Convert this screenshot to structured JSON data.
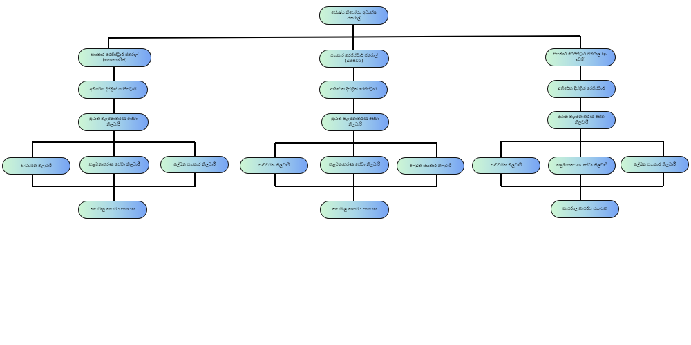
{
  "colors": {
    "gradient_start": "#cdf6d4",
    "gradient_end": "#76a3f4",
    "line": "#000000"
  },
  "top": "ජ්‍යෙෂ්ඨ නියෝජ්‍ය අධ්‍යක්ෂ ජනරාල්",
  "branches": [
    {
      "asst": "සහකාර රෙජිස්ට්‍රාර් ජනරාල් (කොහොරින්)",
      "addl": "අතිරේක දිස්ත්‍රික් රෙජිස්ට්‍රාර්",
      "chief": "ප්‍රධාන කළමනාකරණ සේවා නිලධාරී",
      "dev": "සංවර්ධන නිලධාරී",
      "mso": "කළමනාකරණ සේවා නිලධාරී",
      "clerk": "ලේඛන සහකාර නිලධාරී",
      "office": "කාර්යාල කාර්යය සහායක"
    },
    {
      "asst": "සහකාර රෙජිස්ට්‍රාර් ජනරාල් (බිම්සවිය)",
      "addl": "අතිරේක දිස්ත්‍රික් රෙජිස්ට්‍රාර්",
      "chief": "ප්‍රධාන කළමනාකරණ සේවා නිලධාරී",
      "dev": "සංවර්ධන නිලධාරී",
      "mso": "කළමනාකරණ සේවා නිලධාරී",
      "clerk": "ලේඛන සහකාර නිලධාරී",
      "office": "කාර්යාල කාර්යය සහායක"
    },
    {
      "asst": "සහකාර රෙජිස්ට්‍රාර් ජනරාල් (ඉ-ඉඩම්)",
      "addl": "අතිරේක දිස්ත්‍රික් රෙජිස්ට්‍රාර්",
      "chief": "ප්‍රධාන කළමනාකරණ සේවා නිලධාරී",
      "dev": "සංවර්ධන නිලධාරී",
      "mso": "කළමනාකරණ සේවා නිලධාරී",
      "clerk": "ලේඛන සහකාර නිලධාරී",
      "office": "කාර්යාල කාර්යය සහායක"
    }
  ]
}
